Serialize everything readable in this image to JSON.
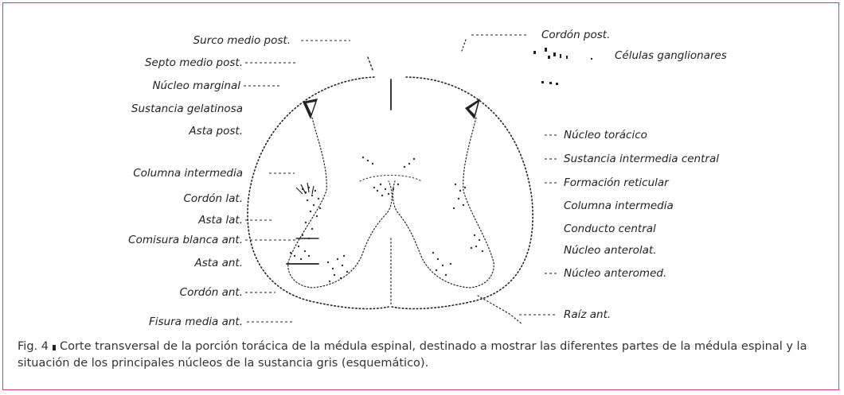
{
  "labels_left": [
    "Surco medio post.",
    "Septo medio post.",
    "Núcleo marginal",
    "Sustancia gelatinosa",
    "Asta post.",
    "Columna intermedia",
    "Cordón lat.",
    "Asta lat.",
    "Comisura blanca ant.",
    "Asta ant.",
    "Cordón ant.",
    "Fisura media ant."
  ],
  "labels_right": [
    "Cordón post.",
    "Células ganglionares",
    "Núcleo torácico",
    "Sustancia intermedia central",
    "Formación reticular",
    "Columna intermedia",
    "Conducto central",
    "Núcleo anterolat.",
    "Núcleo anteromed.",
    "Raíz ant."
  ],
  "caption": {
    "figure_number": "Fig. 4",
    "text": "Corte transversal de la porción torácica de la médula espinal, destinado a mostrar las diferentes partes de la médula espinal y la situación de los principales núcleos de la sustancia gris (esquemático)."
  },
  "colors": {
    "frame": "#d6358c",
    "ink": "#222222"
  }
}
